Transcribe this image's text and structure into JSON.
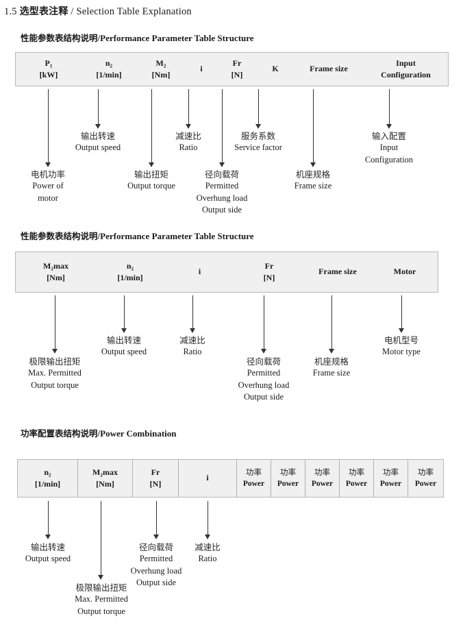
{
  "document": {
    "number": "1.5",
    "title_cn": "选型表注释",
    "separator": "/",
    "title_en": "Selection Table Explanation"
  },
  "sections": [
    {
      "heading_cn": "性能参数表结构说明",
      "heading_sep": "/",
      "heading_en": "Performance Parameter Table Structure",
      "table": {
        "divided": false,
        "columns": [
          {
            "line1": "P₁",
            "line2": "[kW]"
          },
          {
            "line1": "n₂",
            "line2": "[1/min]"
          },
          {
            "line1": "M₂",
            "line2": "[Nm]"
          },
          {
            "line1": "i",
            "line2": ""
          },
          {
            "line1": "Fr",
            "line2": "[N]"
          },
          {
            "line1": "K",
            "line2": ""
          },
          {
            "line1": "Frame size",
            "line2": ""
          },
          {
            "line1": "Input",
            "line2": "Configuration"
          }
        ]
      },
      "annotations": [
        {
          "cn": "电机功率",
          "en": [
            "Power of",
            "motor"
          ]
        },
        {
          "cn": "输出转速",
          "en": [
            "Output speed"
          ]
        },
        {
          "cn": "输出扭矩",
          "en": [
            "Output torque"
          ]
        },
        {
          "cn": "减速比",
          "en": [
            "Ratio"
          ]
        },
        {
          "cn": "径向载荷",
          "en": [
            "Permitted",
            "Overhung load",
            "Output side"
          ]
        },
        {
          "cn": "服务系数",
          "en": [
            "Service factor"
          ]
        },
        {
          "cn": "机座规格",
          "en": [
            "Frame size"
          ]
        },
        {
          "cn": "输入配置",
          "en": [
            "Input",
            "Configuration"
          ]
        }
      ]
    },
    {
      "heading_cn": "性能参数表结构说明",
      "heading_sep": "/",
      "heading_en": "Performance Parameter Table Structure",
      "table": {
        "divided": false,
        "columns": [
          {
            "line1": "M₂max",
            "line2": "[Nm]"
          },
          {
            "line1": "n₂",
            "line2": "[1/min]"
          },
          {
            "line1": "i",
            "line2": ""
          },
          {
            "line1": "Fr",
            "line2": "[N]"
          },
          {
            "line1": "Frame size",
            "line2": ""
          },
          {
            "line1": "Motor",
            "line2": ""
          }
        ]
      },
      "annotations": [
        {
          "cn": "极限输出扭矩",
          "en": [
            "Max. Permitted",
            "Output  torque"
          ]
        },
        {
          "cn": "输出转速",
          "en": [
            "Output speed"
          ]
        },
        {
          "cn": "减速比",
          "en": [
            "Ratio"
          ]
        },
        {
          "cn": "径向载荷",
          "en": [
            "Permitted",
            "Overhung load",
            "Output side"
          ]
        },
        {
          "cn": "机座规格",
          "en": [
            "Frame size"
          ]
        },
        {
          "cn": "电机型号",
          "en": [
            "Motor type"
          ]
        }
      ]
    },
    {
      "heading_cn": "功率配置表结构说明",
      "heading_sep": "/",
      "heading_en": "Power Combination",
      "table": {
        "divided": true,
        "columns": [
          {
            "line1": "n₂",
            "line2": "[1/min]"
          },
          {
            "line1": "M₂max",
            "line2": "[Nm]"
          },
          {
            "line1": "Fr",
            "line2": "[N]"
          },
          {
            "line1": "i",
            "line2": ""
          },
          {
            "line1": "功率",
            "line2": "Power"
          },
          {
            "line1": "功率",
            "line2": "Power"
          },
          {
            "line1": "功率",
            "line2": "Power"
          },
          {
            "line1": "功率",
            "line2": "Power"
          },
          {
            "line1": "功率",
            "line2": "Power"
          },
          {
            "line1": "功率",
            "line2": "Power"
          }
        ]
      },
      "annotations": [
        {
          "cn": "输出转速",
          "en": [
            "Output speed"
          ]
        },
        {
          "cn": "极限输出扭矩",
          "en": [
            "Max. Permitted",
            "Output  torque"
          ]
        },
        {
          "cn": "径向载荷",
          "en": [
            "Permitted",
            "Overhung load",
            "Output side"
          ]
        },
        {
          "cn": "减速比",
          "en": [
            "Ratio"
          ]
        }
      ]
    }
  ],
  "colors": {
    "table_background": "#f0f0f0",
    "table_border": "#b8b8b8",
    "arrow": "#333333",
    "text": "#1a1a1a"
  }
}
